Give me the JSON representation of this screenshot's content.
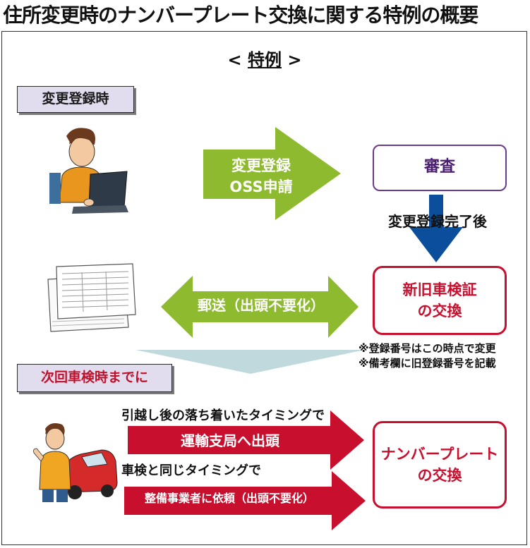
{
  "title": "住所変更時のナンバープレート交換に関する特例の概要",
  "subtitle": {
    "open": "<",
    "word": "特例",
    "close": ">"
  },
  "phase1_label": "変更登録時",
  "phase2_label": "次回車検時までに",
  "green_arrow": {
    "line1": "変更登録",
    "line2": "OSS申請"
  },
  "review_box": "審査",
  "after_completion": "変更登録完了後",
  "shaken_box": {
    "line1": "新旧車検証",
    "line2": "の交換"
  },
  "mail_arrow": "郵送（出頭不要化）",
  "notes": [
    "※登録番号はこの時点で変更",
    "※備考欄に旧登録番号を記載"
  ],
  "route1": {
    "caption": "引越し後の落ち着いたタイミングで",
    "label": "運輸支局へ出頭"
  },
  "route2": {
    "caption": "車検と同じタイミングで",
    "label": "整備事業者に依頼（出頭不要化）"
  },
  "plate_box": {
    "line1": "ナンバープレート",
    "line2": "の交換"
  },
  "colors": {
    "green": "#8dba2e",
    "navy": "#0b4f9c",
    "red": "#c8102e",
    "purple": "#6b3a8a",
    "label_bg": "#e2dcef",
    "band": "#bfd9dc"
  },
  "icons": [
    "person-laptop-icon",
    "documents-icon",
    "person-car-icon"
  ]
}
